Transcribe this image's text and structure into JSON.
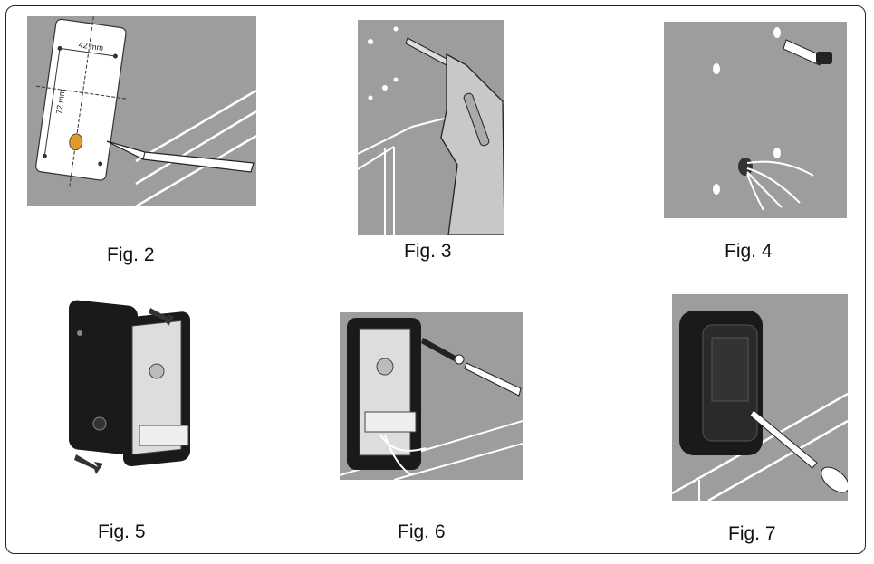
{
  "figures": [
    {
      "caption": "Fig. 2",
      "card_width_label": "42 mm",
      "card_height_label": "72 mm"
    },
    {
      "caption": "Fig. 3"
    },
    {
      "caption": "Fig. 4"
    },
    {
      "caption": "Fig. 5"
    },
    {
      "caption": "Fig. 6"
    },
    {
      "caption": "Fig. 7"
    }
  ],
  "colors": {
    "wall": "#9d9d9d",
    "dark_wall": "#8e8e8e",
    "drill_body": "#c8c8c8",
    "marker": "#e39a2a",
    "housing": "#1a1a1a"
  }
}
